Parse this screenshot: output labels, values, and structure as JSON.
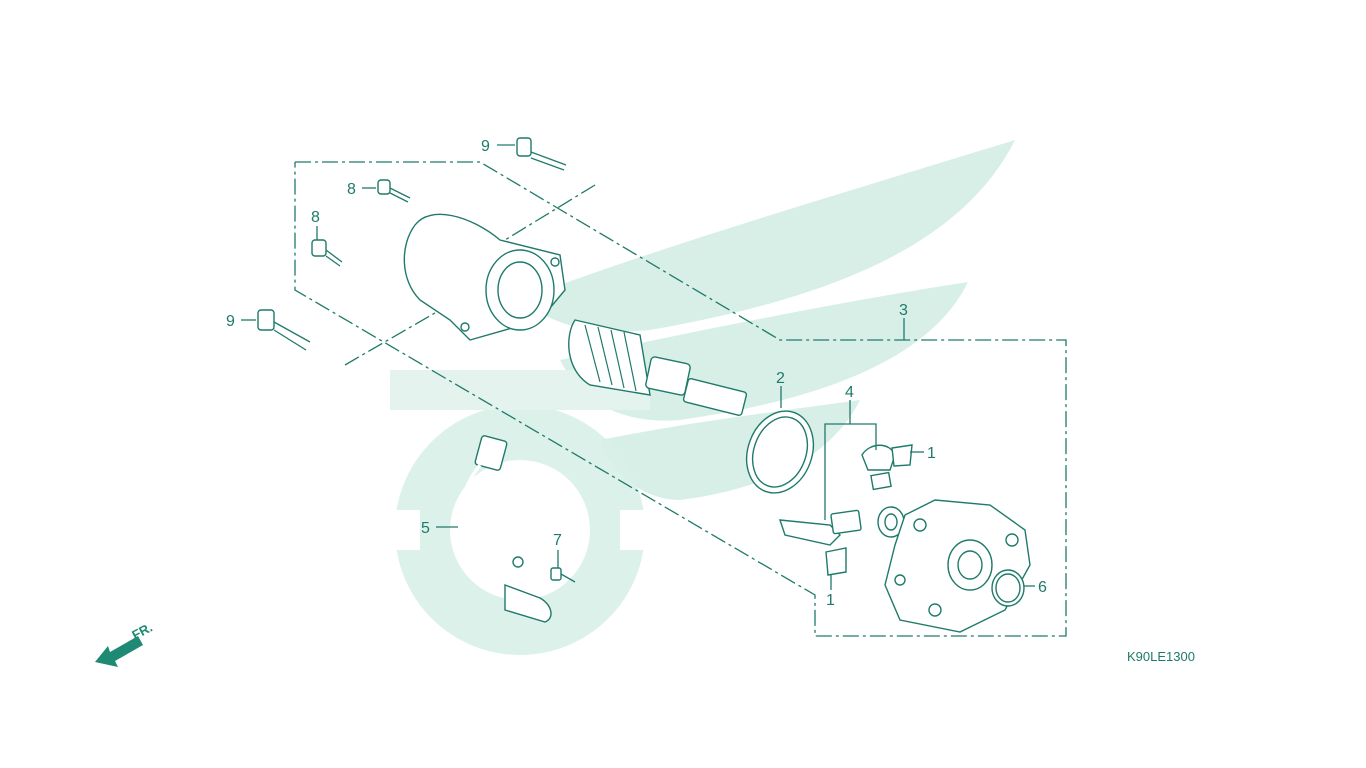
{
  "diagram": {
    "drawing_code": "K90LE1300",
    "direction_label": "FR.",
    "callouts": {
      "c1_upper": "1",
      "c1_lower": "1",
      "c2": "2",
      "c3": "3",
      "c4": "4",
      "c5": "5",
      "c6": "6",
      "c7": "7",
      "c8_upper": "8",
      "c8_lower": "8",
      "c9_upper": "9",
      "c9_lower": "9"
    },
    "colors": {
      "line": "#1f7a6a",
      "watermark": "#d8efe8",
      "background": "#ffffff"
    }
  }
}
